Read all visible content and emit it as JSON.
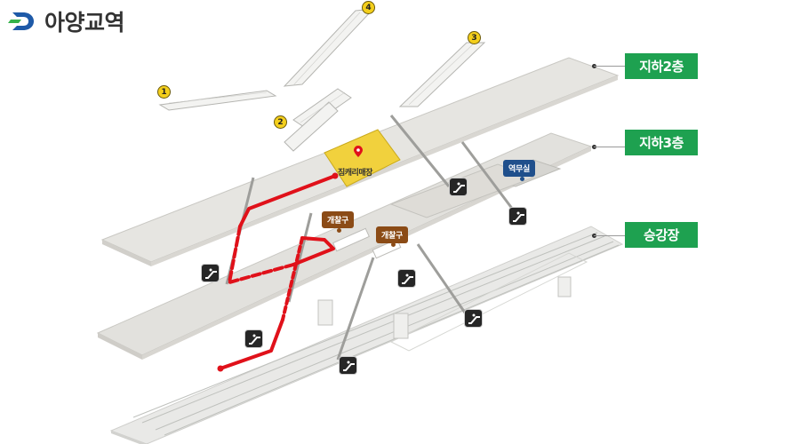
{
  "header": {
    "station_name": "아양교역"
  },
  "floors": {
    "b2": "지하2층",
    "b3": "지하3층",
    "platform": "승강장"
  },
  "exits": [
    "1",
    "2",
    "3",
    "4"
  ],
  "labels": {
    "market": "짐캐리매장",
    "gate_a": "개찰구",
    "gate_b": "개찰구",
    "office": "역무실"
  },
  "colors": {
    "brand": "#1e5aa8",
    "floor_tag": "#1ea150",
    "gate_tag": "#8b4b16",
    "office_tag": "#1f4f8c",
    "route": "#e0111a",
    "market": "#f1d13d",
    "exit_badge": "#f4cf1c"
  },
  "icons": {
    "logo": "daegu-metro-logo-icon",
    "escalator": "escalator-icon",
    "pin": "location-pin-icon"
  }
}
